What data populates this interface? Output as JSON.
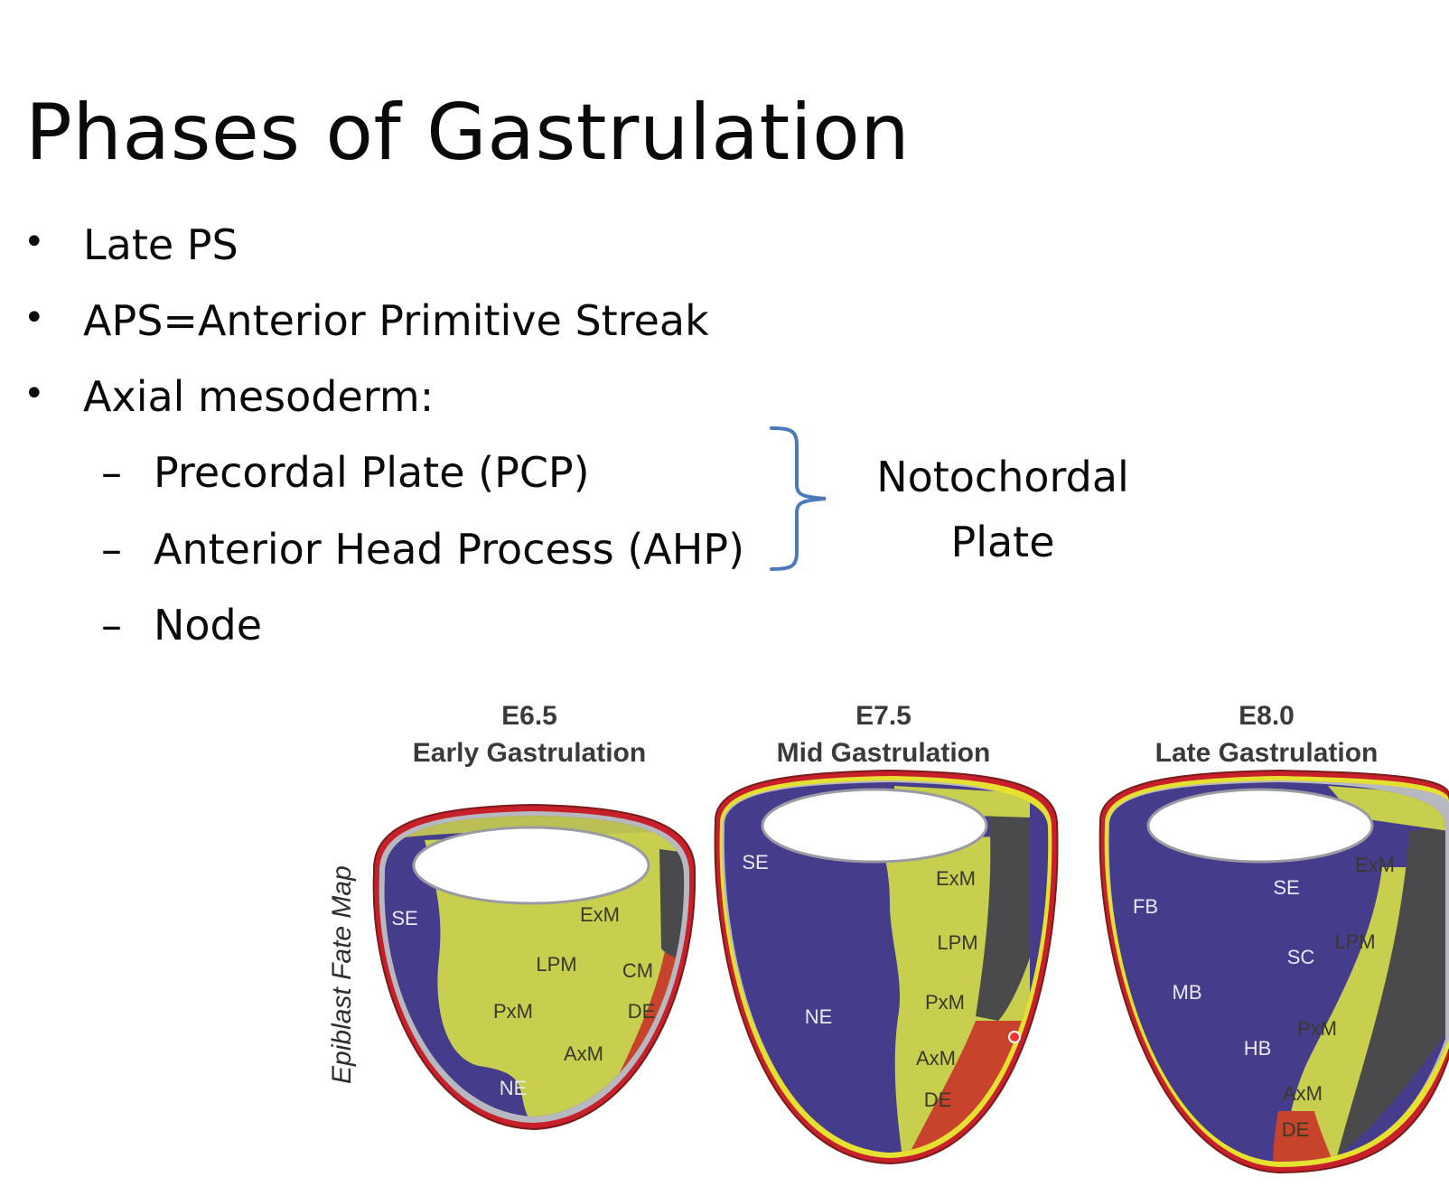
{
  "slide": {
    "title": "Phases of Gastrulation",
    "bullets": [
      "Late PS",
      "APS=Anterior Primitive Streak",
      "Axial mesoderm:"
    ],
    "sub_bullets": [
      "Precordal Plate (PCP)",
      "Anterior Head Process (AHP)",
      "Node"
    ],
    "bracket_label_line1": "Notochordal",
    "bracket_label_line2": "Plate",
    "bullet_glyph": "•",
    "dash_glyph": "–"
  },
  "figure": {
    "side_label": "Epiblast Fate Map",
    "colors": {
      "neuroectoderm_blue": "#463c8c",
      "mesoderm_yellow": "#c8ce4e",
      "endoderm_red": "#c8432c",
      "outer_rim_red": "#c8202a",
      "extraembryonic_gray": "#4a4a4c",
      "label_light": "#e8e8f0",
      "label_dark": "#3a3a2a"
    },
    "panels": [
      {
        "stage": "E6.5",
        "phase": "Early Gastrulation",
        "labels": [
          "SE",
          "ExM",
          "LPM",
          "CM",
          "PxM",
          "DE",
          "AxM",
          "NE"
        ]
      },
      {
        "stage": "E7.5",
        "phase": "Mid Gastrulation",
        "labels": [
          "SE",
          "ExM",
          "LPM",
          "NE",
          "PxM",
          "AxM",
          "DE"
        ]
      },
      {
        "stage": "E8.0",
        "phase": "Late Gastrulation",
        "labels": [
          "ExM",
          "FB",
          "SE",
          "LPM",
          "SC",
          "MB",
          "PxM",
          "HB",
          "AxM",
          "DE"
        ]
      }
    ]
  }
}
